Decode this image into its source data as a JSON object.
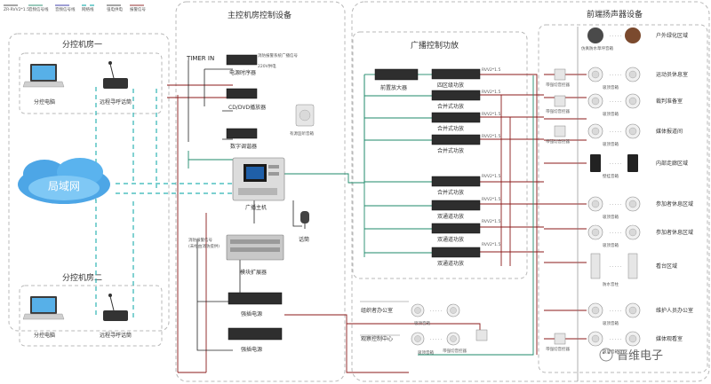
{
  "legend": [
    "ZR-RVV2*1.5",
    "音频信号线",
    "音频信号线",
    "网络线",
    "强电供电",
    "报警信号"
  ],
  "regions": {
    "main_room": "主控机房控制设备",
    "branch_one": "分控机房一",
    "branch_two": "分控机房二",
    "amp_group": "广播控制功放",
    "front_speakers": "前端扬声器设备"
  },
  "branch_devices": {
    "pc": "分控电脑",
    "mic": "远程寻呼话筒"
  },
  "lan": "局域网",
  "main_devices": {
    "timer_in": "TIMER IN",
    "power_timer": "电源时序器",
    "cd_player": "CD/DVD播放器",
    "tuner": "数字调谐器",
    "monitor_speaker": "有源监听音箱",
    "host": "广播主机",
    "mic": "话筒",
    "expander": "模块扩展器",
    "fire_note": "消防报警系统广播信号",
    "power_note": "220V供电",
    "alarm_note": "消防报警信号",
    "alarm_note2": "(未经由消防提供)",
    "strong_power_1": "强插电源",
    "strong_power_2": "强插电源"
  },
  "amps": {
    "preamp": "前置放大器",
    "four_zone": "四区级功放",
    "merge": "合并式功放",
    "dual": "双通道功放"
  },
  "cable": "RVV2*1.5",
  "zones": [
    "户外绿化区域",
    "运动员休息室",
    "裁判准备室",
    "媒体报道间",
    "内部走廊区域",
    "参加者休息区域",
    "参加者休息区域",
    "看台区域",
    "维护人员办公室",
    "媒体观看室"
  ],
  "speaker_labels": {
    "garden": "仿真防水草坪音箱",
    "ceiling": "吸顶音箱",
    "wall": "壁挂音箱",
    "column": "防水音柱",
    "volume_ctrl": "带强切音控器"
  },
  "bottom": {
    "organizer": "组织者办公室",
    "control_center": "观察控制中心"
  },
  "watermark": "晋维电子",
  "dots": "· · · · ·"
}
